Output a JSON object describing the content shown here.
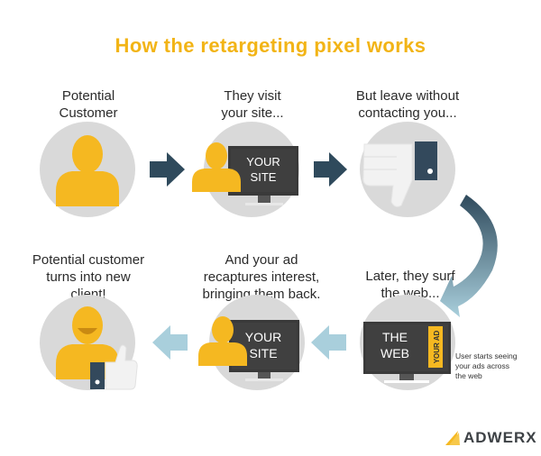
{
  "title": "How the retargeting pixel works",
  "steps": [
    {
      "caption_1": "Potential",
      "caption_2": "Customer"
    },
    {
      "caption_1": "They visit",
      "caption_2": "your site...",
      "screen_1": "YOUR",
      "screen_2": "SITE"
    },
    {
      "caption_1": "But leave without",
      "caption_2": "contacting you..."
    },
    {
      "caption_1": "Later, they surf",
      "caption_2": "the web...",
      "screen_1": "THE",
      "screen_2": "WEB",
      "ad_label": "YOUR AD"
    },
    {
      "caption_1": "And your ad",
      "caption_2": "recaptures interest,",
      "caption_3": "bringing them back.",
      "screen_1": "YOUR",
      "screen_2": "SITE"
    },
    {
      "caption_1": "Potential customer",
      "caption_2": "turns into new",
      "caption_3": "client!"
    }
  ],
  "side_note": {
    "line_1": "User starts seeing",
    "line_2": "your ads across",
    "line_3": "the web"
  },
  "brand": {
    "name": "ADWERX"
  },
  "colors": {
    "title": "#f2b416",
    "person": "#f5b821",
    "circle": "#d9d9d9",
    "dark_arrow": "#2f4a5c",
    "light_arrow": "#a9cfdc",
    "screen": "#3a3a3a"
  }
}
